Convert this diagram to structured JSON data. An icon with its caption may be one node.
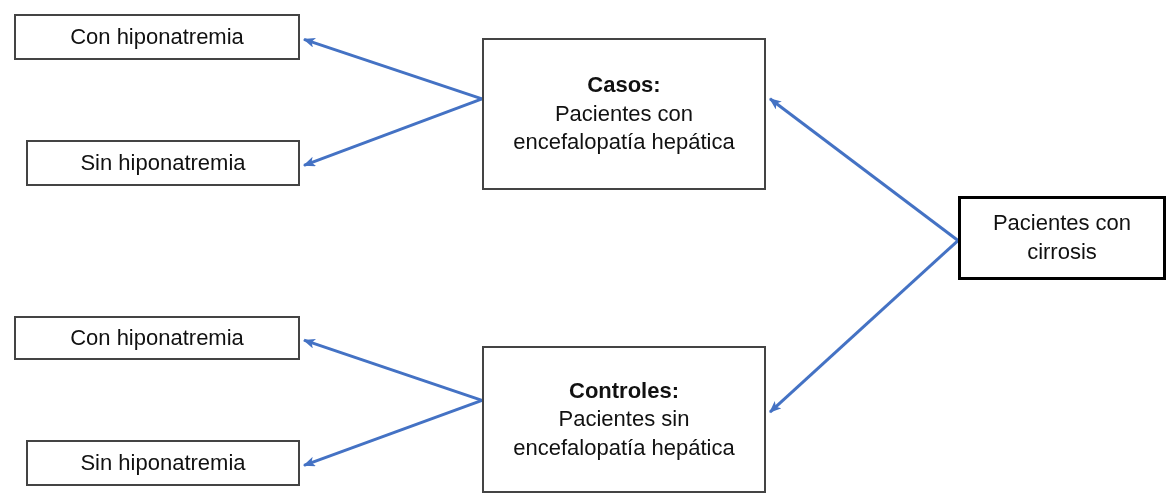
{
  "diagram": {
    "nodes": [
      {
        "text": [
          "Con hiponatremia"
        ]
      },
      {
        "text": [
          "Casos:",
          "Pacientes con encefalopatía hepática"
        ]
      },
      {
        "text": [
          "Sin hiponatremia"
        ]
      },
      {
        "text": [
          "Pacientes con cirrosis"
        ]
      },
      {
        "text": [
          "Con hiponatremia"
        ]
      },
      {
        "text": [
          "Controles:",
          "Pacientes sin encefalopatía hepática"
        ]
      },
      {
        "text": [
          "Sin hiponatremia"
        ]
      }
    ],
    "edges": [
      {
        "from": 1,
        "to": 0,
        "arrow": "to"
      },
      {
        "from": 1,
        "to": 2,
        "arrow": "to"
      },
      {
        "from": 3,
        "to": 1,
        "arrow": "to"
      },
      {
        "from": 3,
        "to": 5,
        "arrow": "to"
      },
      {
        "from": 5,
        "to": 4,
        "arrow": "to"
      },
      {
        "from": 5,
        "to": 6,
        "arrow": "to"
      }
    ]
  }
}
